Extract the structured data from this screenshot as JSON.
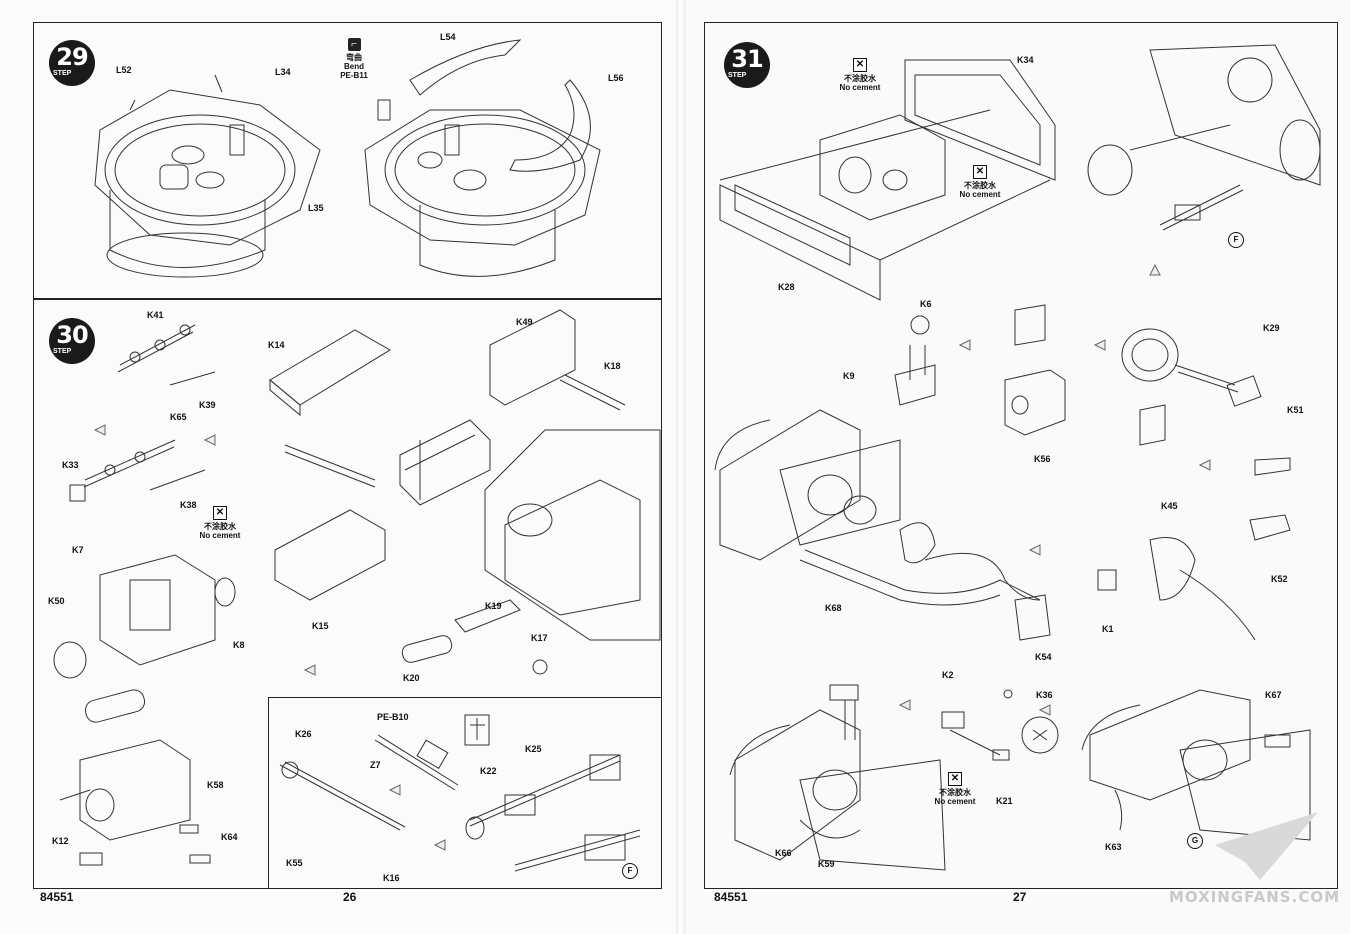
{
  "left_page": {
    "footer_code": "84551",
    "page_number": "26",
    "step29": {
      "number": "29",
      "step_label": "STEP",
      "labels": {
        "L52": "L52",
        "L34": "L34",
        "L35": "L35",
        "L54": "L54",
        "L56": "L56",
        "bend_cn": "弯曲",
        "bend_en": "Bend",
        "pe": "PE-B11"
      }
    },
    "step30": {
      "number": "30",
      "step_label": "STEP",
      "labels": {
        "K41": "K41",
        "K39": "K39",
        "K65": "K65",
        "K33": "K33",
        "K38": "K38",
        "K7": "K7",
        "K50": "K50",
        "K8": "K8",
        "K14": "K14",
        "K15": "K15",
        "K49": "K49",
        "K18": "K18",
        "K19": "K19",
        "K17": "K17",
        "K20": "K20",
        "K58": "K58",
        "K64": "K64",
        "K12": "K12",
        "PEB10": "PE-B10",
        "K26": "K26",
        "Z7": "Z7",
        "K22": "K22",
        "K25": "K25",
        "K55": "K55",
        "K16": "K16",
        "F": "F"
      },
      "no_cement_cn": "不涂胶水",
      "no_cement_en": "No cement"
    }
  },
  "right_page": {
    "footer_code": "84551",
    "page_number": "27",
    "step31": {
      "number": "31",
      "step_label": "STEP",
      "labels": {
        "K34": "K34",
        "K28": "K28",
        "K6": "K6",
        "K9": "K9",
        "K56": "K56",
        "K29": "K29",
        "K51": "K51",
        "K52": "K52",
        "K45": "K45",
        "K1": "K1",
        "K68": "K68",
        "K54": "K54",
        "K2": "K2",
        "K36": "K36",
        "K21": "K21",
        "K66": "K66",
        "K59": "K59",
        "K67": "K67",
        "K63": "K63",
        "F": "F",
        "G": "G"
      },
      "no_cement_cn": "不涂胶水",
      "no_cement_en": "No cement"
    },
    "watermark": "MOXINGFANS.COM"
  }
}
